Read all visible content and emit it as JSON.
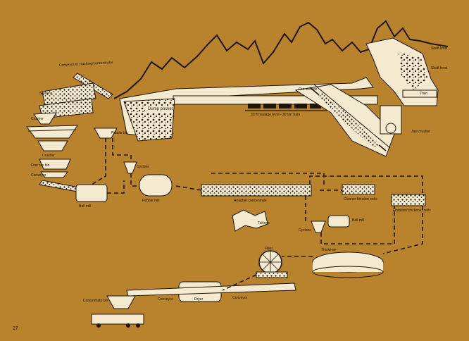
{
  "page_number": "27",
  "labels": {
    "conveyor_top": "Conveyor to crushing/concentrator",
    "screens": "Screens",
    "crusher": "Crusher",
    "crusher2": "Crusher",
    "fine_ore_bin": "Fine ore bin",
    "conveyor_left": "Conveyor",
    "ball_mill": "Ball mill",
    "pebble_bin": "Pebble bin",
    "cyclone_top": "Cyclone",
    "pebble_mill": "Pebble mill",
    "dump_pocket": "Dump pocket",
    "ore_storage": "Ore storage",
    "haulage": "30 ft haulage level - 30 ton train",
    "jaw_crusher": "Jaw crusher",
    "train": "Train",
    "shaft_level_1": "Shaft level",
    "shaft_level_2": "Shaft level",
    "rougher": "Rougher concentrate",
    "cleaner": "Cleaner flotation cells",
    "flotation": "Flotation/ thickener cells",
    "tailings": "Tailings",
    "ball_mill_2": "Ball mill",
    "cyclone_bottom": "Cyclone",
    "thickener": "Thickener",
    "filter": "Filter",
    "dryer": "Dryer",
    "conveyor_bottom": "Conveyor",
    "conveyor_bottom2": "Conveyor",
    "concentrate_bin": "Concentrate bin"
  },
  "colors": {
    "background": "#b9822c",
    "ink": "#1e140a",
    "fill": "#f3ead0"
  }
}
